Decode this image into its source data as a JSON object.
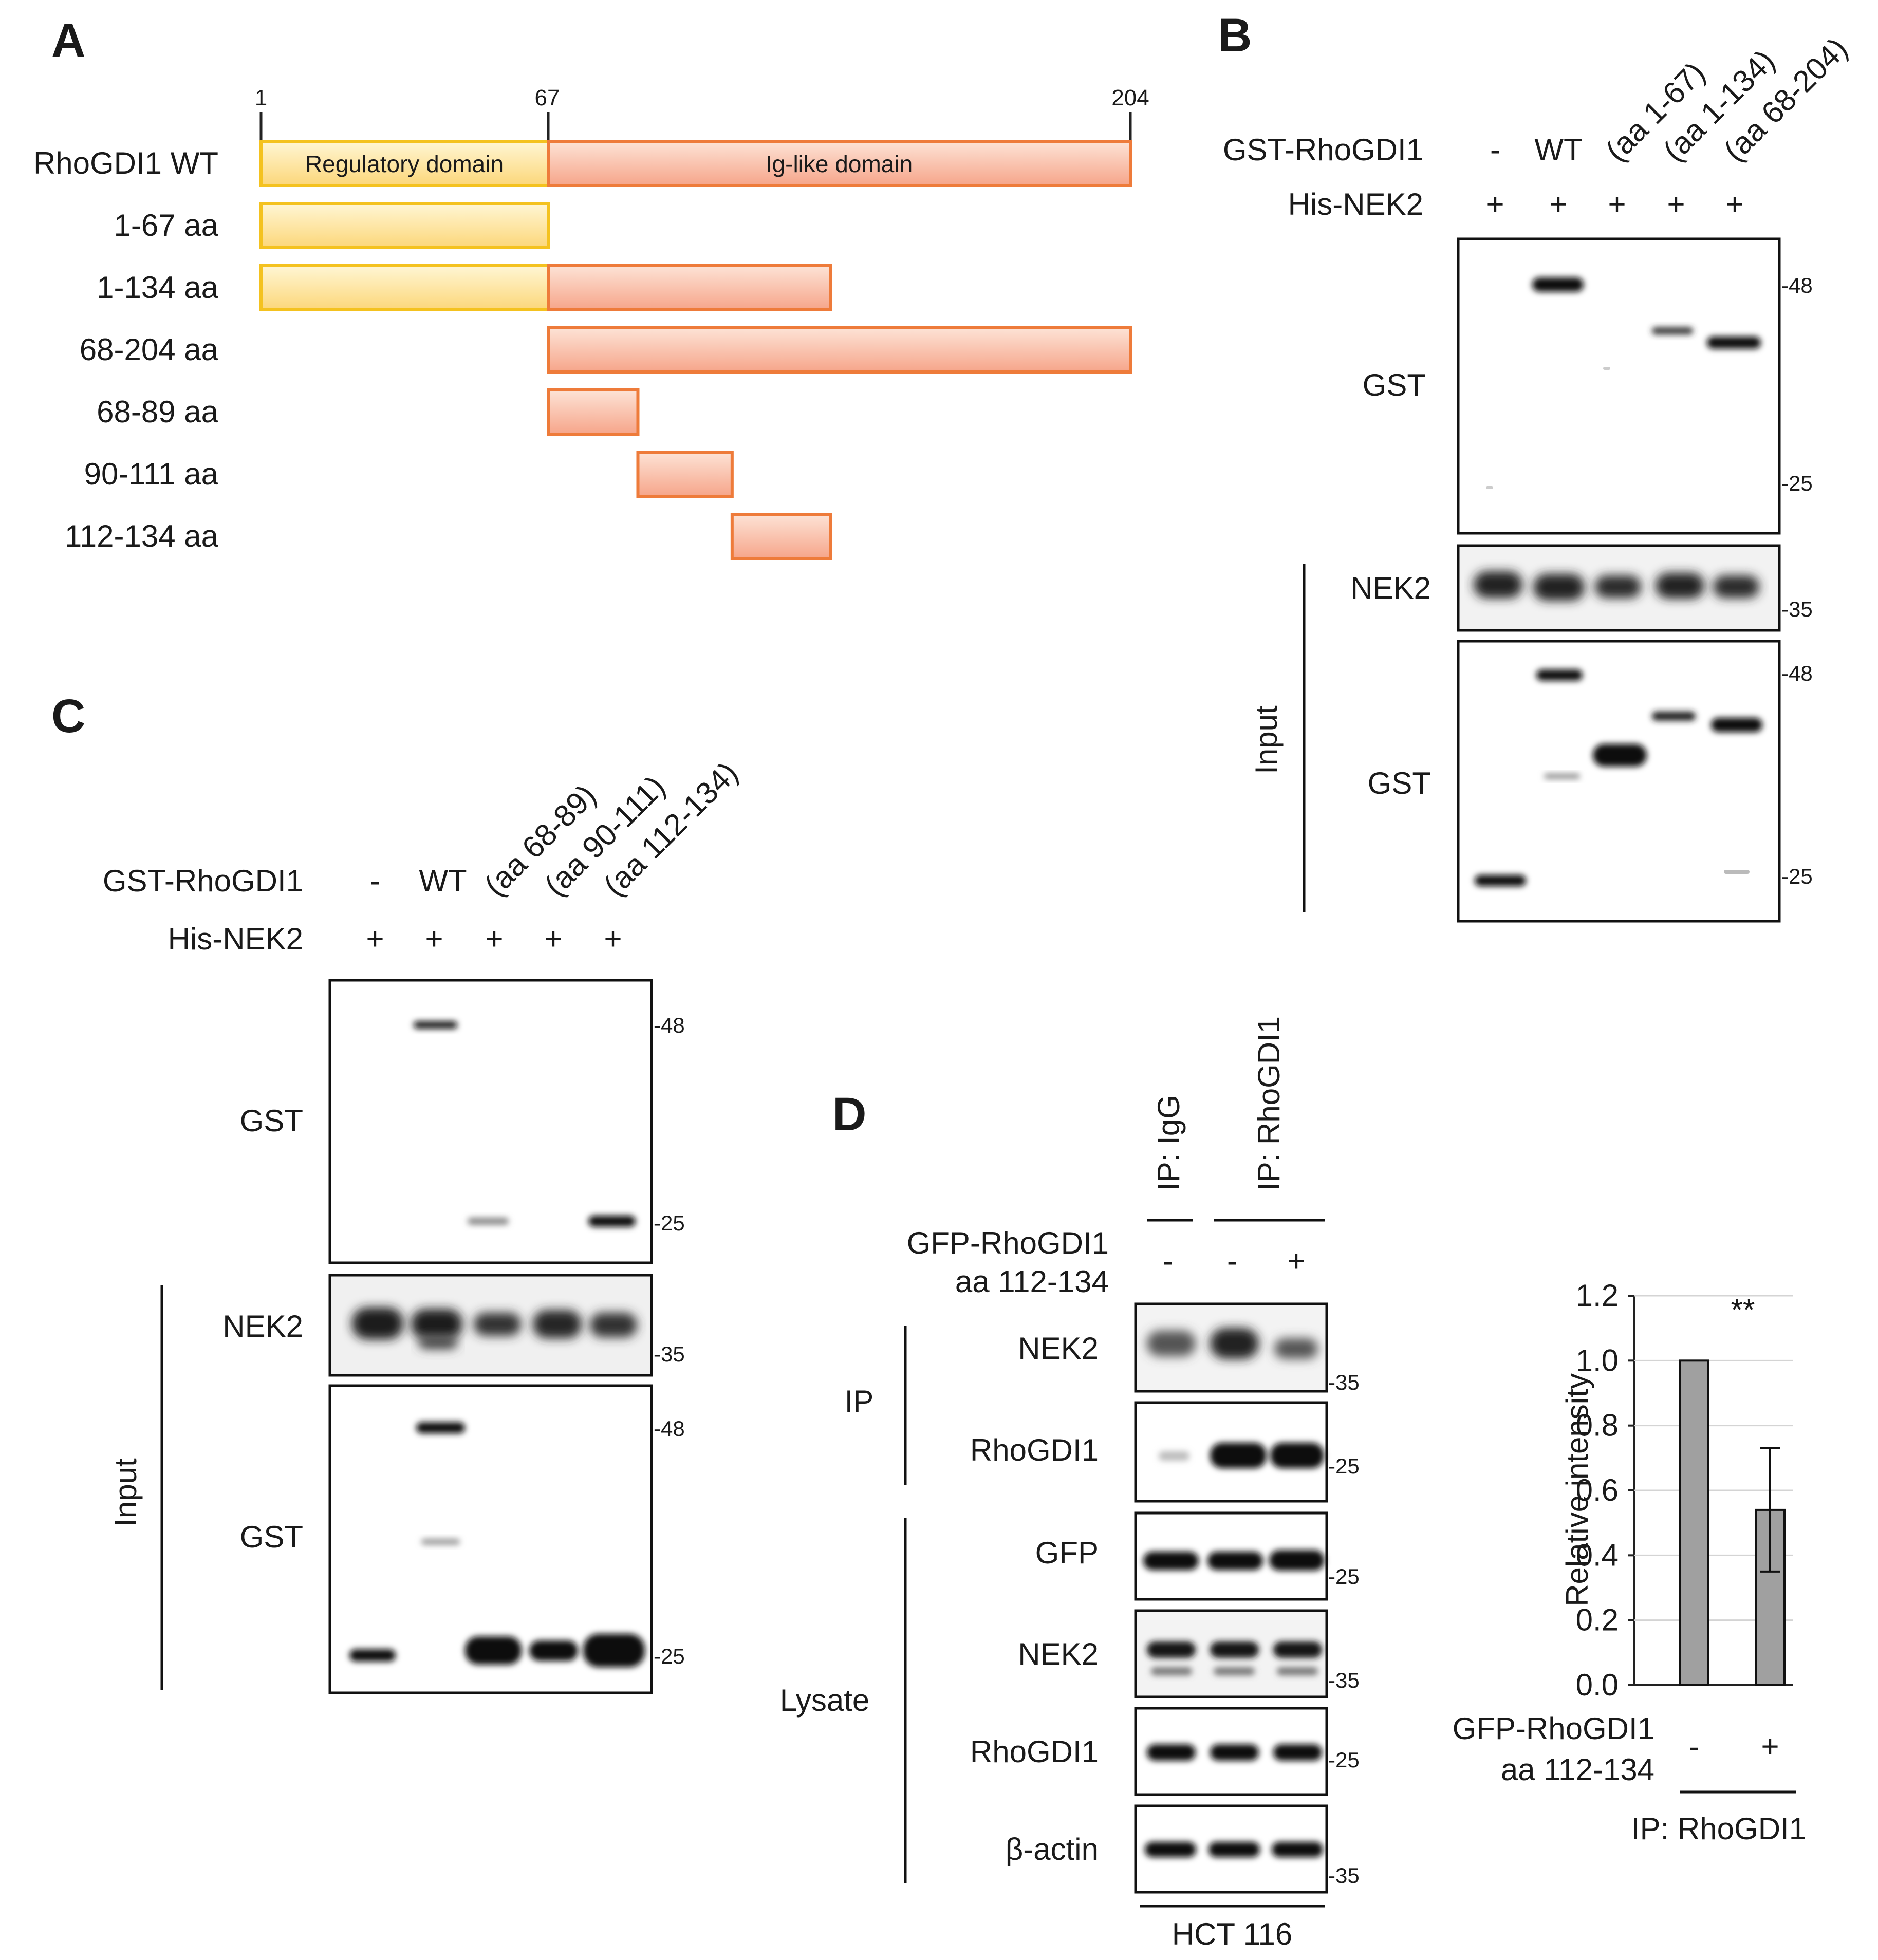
{
  "panels": {
    "a": "A",
    "b": "B",
    "c": "C",
    "d": "D"
  },
  "panel_a": {
    "ticks": [
      "1",
      "67",
      "204"
    ],
    "rows": [
      {
        "label": "RhoGDI1 WT",
        "start": 1,
        "end": 204
      },
      {
        "label": "1-67 aa",
        "start": 1,
        "end": 67
      },
      {
        "label": "1-134 aa",
        "start": 1,
        "end": 134
      },
      {
        "label": "68-204 aa",
        "start": 68,
        "end": 204
      },
      {
        "label": "68-89 aa",
        "start": 68,
        "end": 89
      },
      {
        "label": "90-111 aa",
        "start": 90,
        "end": 111
      },
      {
        "label": "112-134 aa",
        "start": 112,
        "end": 134
      }
    ],
    "regulatory_domain": "Regulatory domain",
    "ig_domain": "Ig-like domain",
    "colors": {
      "regulatory": "#fde7a1",
      "regulatory_border": "#f4c21f",
      "ig": "#f8b8a0",
      "ig_border": "#ee7b3a"
    }
  },
  "panel_b": {
    "row1_label": "GST-RhoGDI1",
    "row2_label": "His-NEK2",
    "lanes": [
      "-",
      "WT",
      "(aa 1-67)",
      "(aa 1-134)",
      "(aa 68-204)"
    ],
    "plus": [
      "+",
      "+",
      "+",
      "+",
      "+"
    ],
    "blot_labels": [
      "GST",
      "NEK2",
      "GST"
    ],
    "input_label": "Input",
    "markers": [
      "-48",
      "-25",
      "-35",
      "-48",
      "-25"
    ]
  },
  "panel_c": {
    "row1_label": "GST-RhoGDI1",
    "row2_label": "His-NEK2",
    "lanes": [
      "-",
      "WT",
      "(aa 68-89)",
      "(aa 90-111)",
      "(aa 112-134)"
    ],
    "plus": [
      "+",
      "+",
      "+",
      "+",
      "+"
    ],
    "blot_labels": [
      "GST",
      "NEK2",
      "GST"
    ],
    "input_label": "Input",
    "markers": [
      "-48",
      "-25",
      "-35",
      "-48",
      "-25"
    ]
  },
  "panel_d": {
    "ip_igg": "IP: IgG",
    "ip_rhogdi1": "IP: RhoGDI1",
    "gfp_label_1": "GFP-RhoGDI1",
    "gfp_label_2": "aa 112-134",
    "gfp_signs": [
      "-",
      "-",
      "+"
    ],
    "group_ip": "IP",
    "group_lysate": "Lysate",
    "blot_labels": [
      "NEK2",
      "RhoGDI1",
      "GFP",
      "NEK2",
      "RhoGDI1",
      "β-actin"
    ],
    "markers": [
      "-35",
      "-25",
      "-25",
      "-35",
      "-25",
      "-35"
    ],
    "cell_line": "HCT 116",
    "bar_xlabel_1": "GFP-RhoGDI1",
    "bar_xlabel_2": "aa 112-134",
    "bar_signs": [
      "-",
      "+"
    ],
    "bar_group_label": "IP: RhoGDI1",
    "significance": "**"
  },
  "chart_data": {
    "type": "bar",
    "categories": [
      "-",
      "+"
    ],
    "values": [
      1.0,
      0.54
    ],
    "errors": [
      0,
      0.19
    ],
    "ylabel": "Relative intensity",
    "ylim": [
      0,
      1.2
    ],
    "yticks": [
      "0.0",
      "0.2",
      "0.4",
      "0.6",
      "0.8",
      "1.0",
      "1.2"
    ],
    "grid": true,
    "bar_color": "#a0a0a0"
  }
}
